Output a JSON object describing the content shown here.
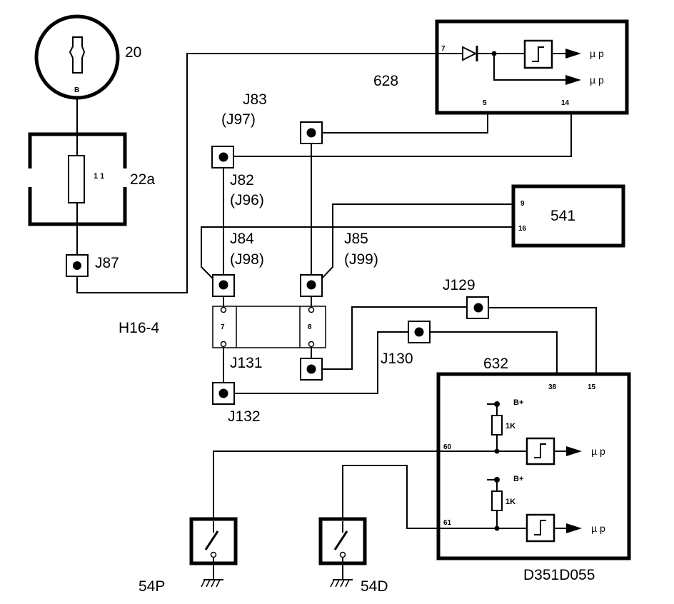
{
  "components": {
    "c20": "20",
    "c22a": "22a",
    "fuse_val": "1 1",
    "battery_pin": "B",
    "c628": "628",
    "c541": "541",
    "c632": "632",
    "h16": "H16-4",
    "doc_id": "D351D055"
  },
  "connectors": {
    "j87": "J87",
    "j83": "J83",
    "j97": "(J97)",
    "j82": "J82",
    "j96": "(J96)",
    "j84": "J84",
    "j98": "(J98)",
    "j85": "J85",
    "j99": "(J99)",
    "j129": "J129",
    "j130": "J130",
    "j131": "J131",
    "j132": "J132"
  },
  "pins": {
    "p628_7": "7",
    "p628_5": "5",
    "p628_14": "14",
    "p541_9": "9",
    "p541_16": "16",
    "h16_7": "7",
    "h16_8": "8",
    "p632_38": "38",
    "p632_15": "15",
    "p632_60": "60",
    "p632_61": "61"
  },
  "signals": {
    "up1": "µ p",
    "up2": "µ p",
    "up3": "µ p",
    "up4": "µ p",
    "bplus1": "B+",
    "bplus2": "B+",
    "res1": "1K",
    "res2": "1K"
  },
  "switches": {
    "s54p": "54P",
    "s54d": "54D"
  }
}
